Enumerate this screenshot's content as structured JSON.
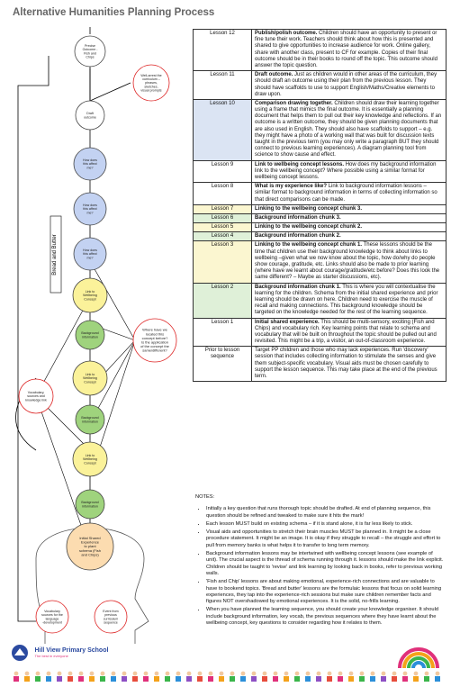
{
  "title": "Alternative Humanities Planning Process",
  "diagram": {
    "nodes": [
      {
        "id": "outcome",
        "text": [
          "Precise",
          "Outcome -",
          "Fish and",
          "Chips"
        ]
      },
      {
        "id": "draft",
        "text": [
          "Draft",
          "outcome"
        ]
      },
      {
        "id": "well1",
        "text": [
          "Well-arrest the",
          "curriculum –",
          "phrases,",
          "sketches,",
          "visual prompts"
        ]
      },
      {
        "id": "q1",
        "text": [
          "How does",
          "this affect",
          "me?"
        ]
      },
      {
        "id": "q2",
        "text": [
          "How does",
          "this affect",
          "me?"
        ]
      },
      {
        "id": "q3",
        "text": [
          "How does",
          "this affect",
          "me?"
        ]
      },
      {
        "id": "link1",
        "text": [
          "Link to",
          "Wellbeing",
          "Concept"
        ]
      },
      {
        "id": "bg1",
        "text": [
          "Background",
          "information"
        ]
      },
      {
        "id": "link2",
        "text": [
          "Link to",
          "Wellbeing",
          "Concept"
        ]
      },
      {
        "id": "bg2",
        "text": [
          "Background",
          "information"
        ]
      },
      {
        "id": "link3",
        "text": [
          "Link to",
          "Wellbeing",
          "Concept"
        ]
      },
      {
        "id": "bg3",
        "text": [
          "Background",
          "information"
        ]
      },
      {
        "id": "where",
        "text": [
          "Where have we",
          "located this",
          "concept before?",
          "Is the application",
          "of the concept the",
          "same/different?"
        ]
      },
      {
        "id": "vocab",
        "text": [
          "Vocabulary,",
          "sources and",
          "knowledge link"
        ]
      },
      {
        "id": "initial",
        "text": [
          "Initial Shared",
          "Experience",
          "to plant",
          "schema (Fish",
          "and Chips)"
        ]
      },
      {
        "id": "vocab2",
        "text": [
          "Vocabulary",
          "sources for the",
          "language",
          "-development"
        ]
      },
      {
        "id": "first",
        "text": [
          "Event from",
          "previous",
          "curriculum",
          "sequence"
        ]
      }
    ],
    "side_label": "Bread and Butter"
  },
  "lessons": [
    {
      "label": "Lesson 12",
      "bold": "Publish/polish outcome.",
      "text": " Children should have an opportunity to present or fine tune their work. Teachers should think about how this is presented and shared to give opportunities to increase audience for work. Online gallery, share with another class, present to CF for example. Copies of their final outcome should be in their books to round off the topic. This outcome should answer the topic question.",
      "color": "#ffffff"
    },
    {
      "label": "Lesson 11",
      "bold": "Draft outcome.",
      "text": " Just as children would in other areas of the curriculum, they should draft an outcome using their plan from the previous lesson. They should have scaffolds to use to support English/Maths/Creative elements to draw upon.",
      "color": "#ffffff"
    },
    {
      "label": "Lesson 10",
      "bold": "Comparison drawing together.",
      "text": " Children should draw their learning together using a frame that mimics the final outcome. It is essentially a planning document that helps them to pull out their key knowledge and reflections. If an outcome is a written outcome, they should be given planning documents that are also used in English. They should also have scaffolds to support – e.g. they might have a photo of a working wall that was built for discussion texts taught in the previous term (you may only write a paragraph BUT they should connect to previous learning experiences). A diagram planning tool from science to show cause and effect.",
      "color": "#dbe4f3"
    },
    {
      "label": "Lesson 9",
      "bold": "Link to wellbeing concept lessons.",
      "text": " How does my background information link to the wellbeing concept? Where possible using a similar format for wellbeing concept lessons.",
      "color": "#ffffff"
    },
    {
      "label": "Lesson 8",
      "bold": "What is my experience like?",
      "text": " Link to background information lessons – similar format to background information in terms of collecting information so that direct comparisons can be made.",
      "color": "#ffffff"
    },
    {
      "label": "Lesson 7",
      "bold": "Linking to the wellbeing concept chunk 3.",
      "text": "",
      "color": "#fbf6d0"
    },
    {
      "label": "Lesson 6",
      "bold": "Background information chunk 3.",
      "text": "",
      "color": "#dff0d8"
    },
    {
      "label": "Lesson 5",
      "bold": "Linking to the wellbeing concept chunk 2.",
      "text": "",
      "color": "#fbf6d0"
    },
    {
      "label": "Lesson 4",
      "bold": "Background information chunk 2.",
      "text": "",
      "color": "#dff0d8"
    },
    {
      "label": "Lesson 3",
      "bold": "Linking to the wellbeing concept chunk 1.",
      "text": " These lessons should be the time that children use their background knowledge to think about links to wellbeing –given what we now know about the topic, how do/why do people show courage, gratitude, etc. Links should also be made to prior learning (where have we learnt about courage/gratitude/etc before? Does this look the same different? – Maybe as starter discussions, etc).",
      "color": "#fbf6d0"
    },
    {
      "label": "Lesson 2",
      "bold": "Background information chunk 1.",
      "text": " This is where you will contextualise the learning for the children. Schema from the initial shared experience and prior learning should be drawn on here. Children need to exercise the muscle of recall and making connections. This background knowledge should be targeted on the knowledge needed for the rest of the learning sequence.",
      "color": "#dff0d8"
    },
    {
      "label": "Lesson 1",
      "bold": "Initial shared experience.",
      "text": " This should be multi-sensory, exciting (Fish and Chips) and vocabulary rich. Key learning points that relate to schema and vocabulary that will be built on throughout the topic should be pulled out and revisited. This might be a trip, a visitor, an out-of-classroom experience.",
      "color": "#ffffff"
    },
    {
      "label": "Prior to lesson sequence",
      "bold": "",
      "text": "Target PP children and those who may lack experiences. Run 'discovery' session that includes collecting information to stimulate the senses and give them subject-specific vocabulary. Visual aids must be chosen carefully to support the lesson sequence. This may take place at the end of the previous term.",
      "color": "#ffffff"
    }
  ],
  "notes": {
    "heading": "NOTES:",
    "items": [
      "Initially a key question that runs thorough topic should be drafted. At end of planning sequence, this question should be refined and tweaked to make sure it hits the mark!",
      "Each lesson MUST build on existing schema – if it is stand alone, it is far less likely to stick.",
      "Visual aids and opportunities to stretch their brain muscles MUST be planned in. It might be a close procedure statement. It might be an image. It is okay if they struggle to recall – the struggle and effort to pull from memory banks is what helps it to transfer to long term memory.",
      "Background information lessons may be intertwined with wellbeing concept lessons (see example of unit). The crucial aspect is the thread of schema running through it. lessons should make the link explicit. Children should be taught to 'revise' and link learning by looking back in books, refer to previous working walls.",
      "'Fish and Chip' lessons are about making emotional, experience-rich connections and are valuable to have to bookend topics. 'Bread and butter' lessons are the formulaic lessons that focus on solid learning experiences, they tap into the experience-rich sessions but make sure children remember facts and figures NOT overshadowed by emotional experiences. It is the solid, no-frills learning.",
      "When you have planned the learning sequence, you should create your knowledge organiser. It should include background information, key vocab, the previous sequences where they have learnt about the wellbeing concept, key questions to consider regarding how it relates to them."
    ]
  },
  "school": {
    "name": "Hill View Primary School",
    "tagline": "The best in everyone"
  },
  "colors": {
    "green": "#9fd37d",
    "yellow": "#fbf29a",
    "blue": "#c3d2f2",
    "pink": "#f4c0c0"
  }
}
